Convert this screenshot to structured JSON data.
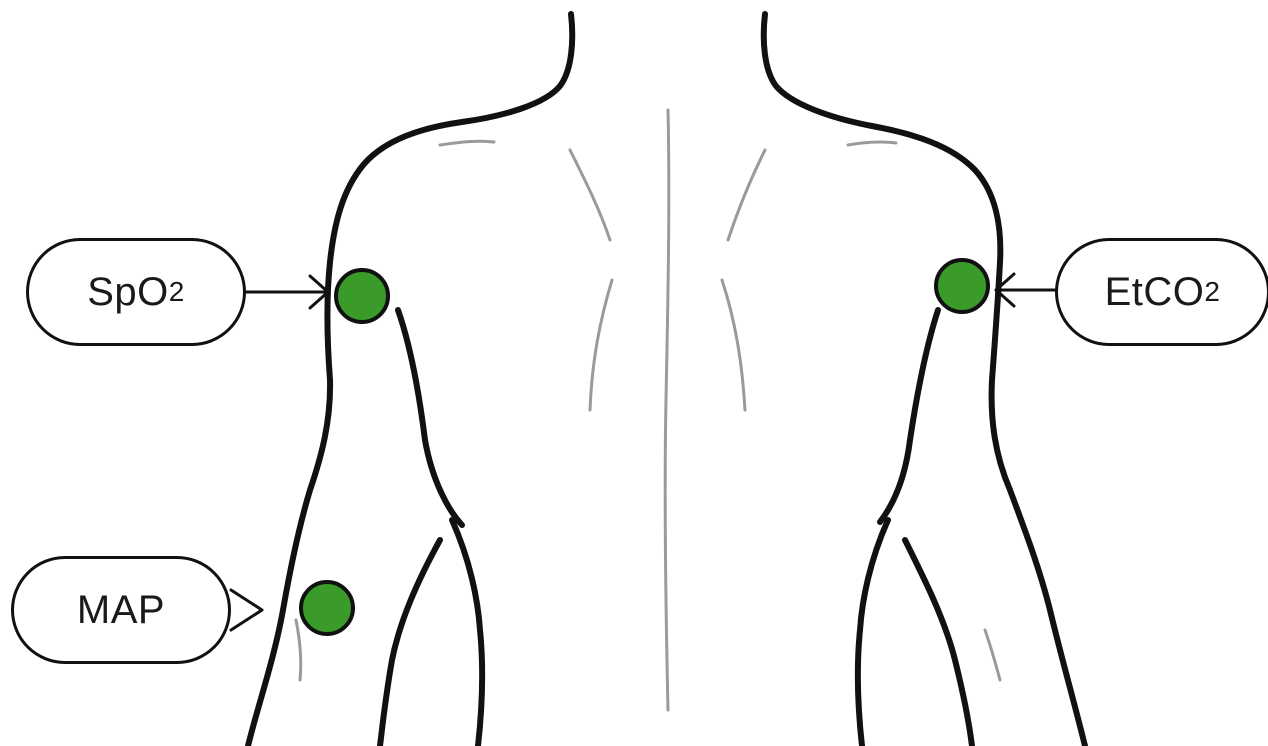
{
  "labels": {
    "spo2": {
      "main": "SpO",
      "sub": "2"
    },
    "etco2": {
      "main": "EtCO",
      "sub": "2"
    },
    "map": {
      "main": "MAP"
    }
  },
  "colors": {
    "outline": "#111111",
    "muscle_line": "#9a9a9a",
    "sensor_fill": "#3a9a2a",
    "sensor_stroke": "#111111",
    "background": "#ffffff"
  },
  "icons": [
    "sensor-dot-icon",
    "arrow-right-icon",
    "arrow-left-icon"
  ]
}
